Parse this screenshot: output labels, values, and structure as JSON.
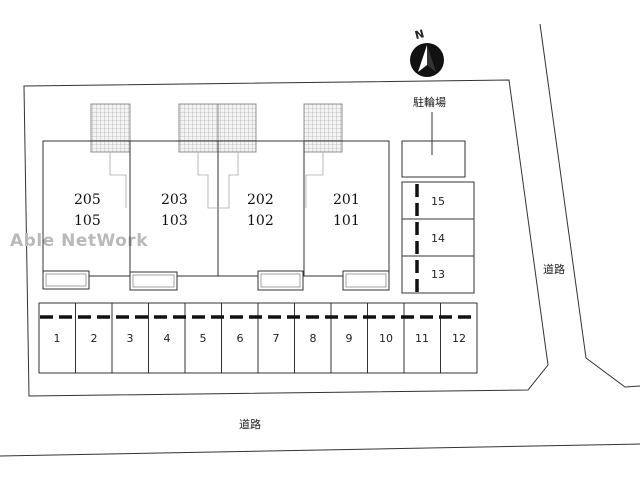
{
  "watermark": "Able NetWork",
  "compass": {
    "label": "N"
  },
  "bicycle_parking": {
    "label": "駐輪場"
  },
  "roads": {
    "right": "道路",
    "bottom": "道路"
  },
  "building": {
    "columns": [
      {
        "upper": "205",
        "lower": "105"
      },
      {
        "upper": "203",
        "lower": "103"
      },
      {
        "upper": "202",
        "lower": "102"
      },
      {
        "upper": "201",
        "lower": "101"
      }
    ]
  },
  "parking_row": [
    "1",
    "2",
    "3",
    "4",
    "5",
    "6",
    "7",
    "8",
    "9",
    "10",
    "11",
    "12"
  ],
  "parking_side": [
    "15",
    "14",
    "13"
  ]
}
